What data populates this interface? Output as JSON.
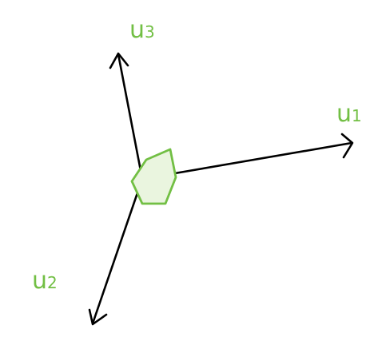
{
  "diagram": {
    "axes": [
      {
        "id": "u1",
        "label_main": "u",
        "label_sub": "1"
      },
      {
        "id": "u2",
        "label_main": "u",
        "label_sub": "2"
      },
      {
        "id": "u3",
        "label_main": "u",
        "label_sub": "3"
      }
    ]
  },
  "colors": {
    "axis": "#000000",
    "accent": "#72bf44",
    "fill": "#eaf5df"
  }
}
